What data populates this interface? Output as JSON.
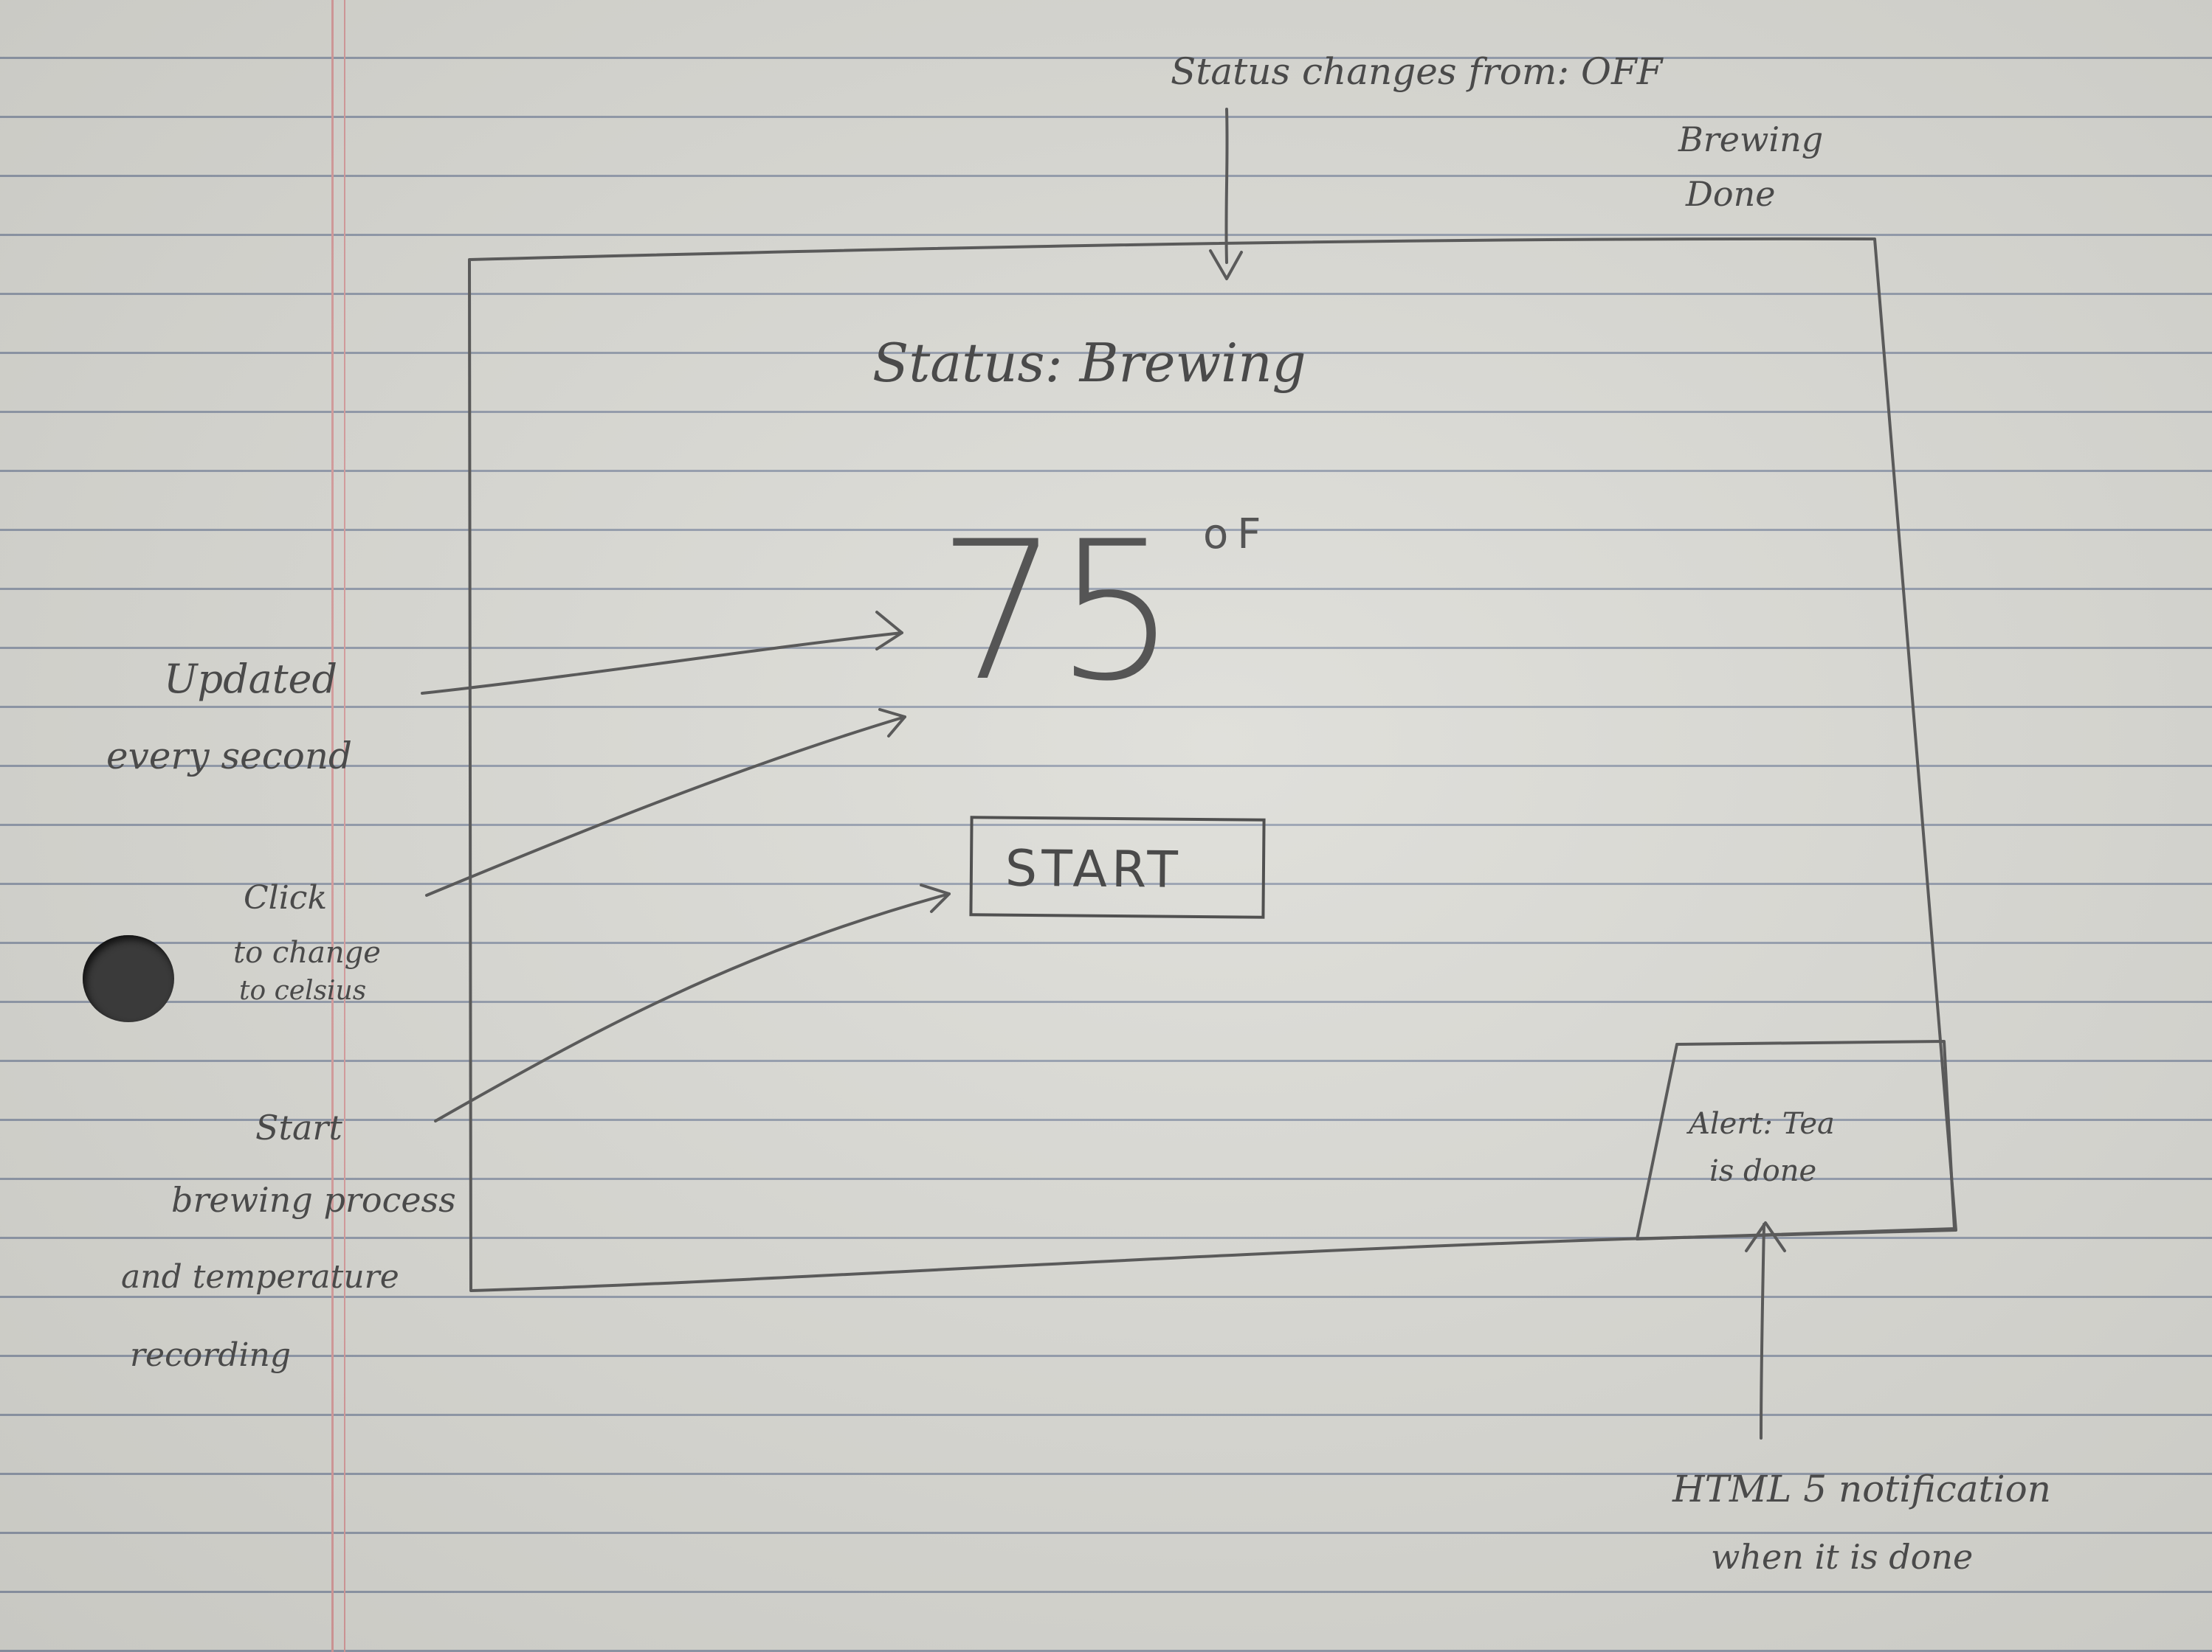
{
  "app": {
    "status_label": "Status",
    "status_value": "Brewing",
    "temperature": "75",
    "temperature_unit": "oF",
    "start_button": "START",
    "alert_line1": "Alert: Tea",
    "alert_line2": "is done"
  },
  "annotations": {
    "status_note_line1": "Status changes from: OFF",
    "status_note_line2": "Brewing",
    "status_note_line3": "Done",
    "temp_note_line1": "Updated",
    "temp_note_line2": "every second",
    "unit_note_line1": "Click",
    "unit_note_line2": "to change",
    "unit_note_line3": "to celsius",
    "start_note_line1": "Start",
    "start_note_line2": "brewing process",
    "start_note_line3": "and temperature",
    "start_note_line4": "recording",
    "alert_note_line1": "HTML 5 notification",
    "alert_note_line2": "when it is done"
  }
}
